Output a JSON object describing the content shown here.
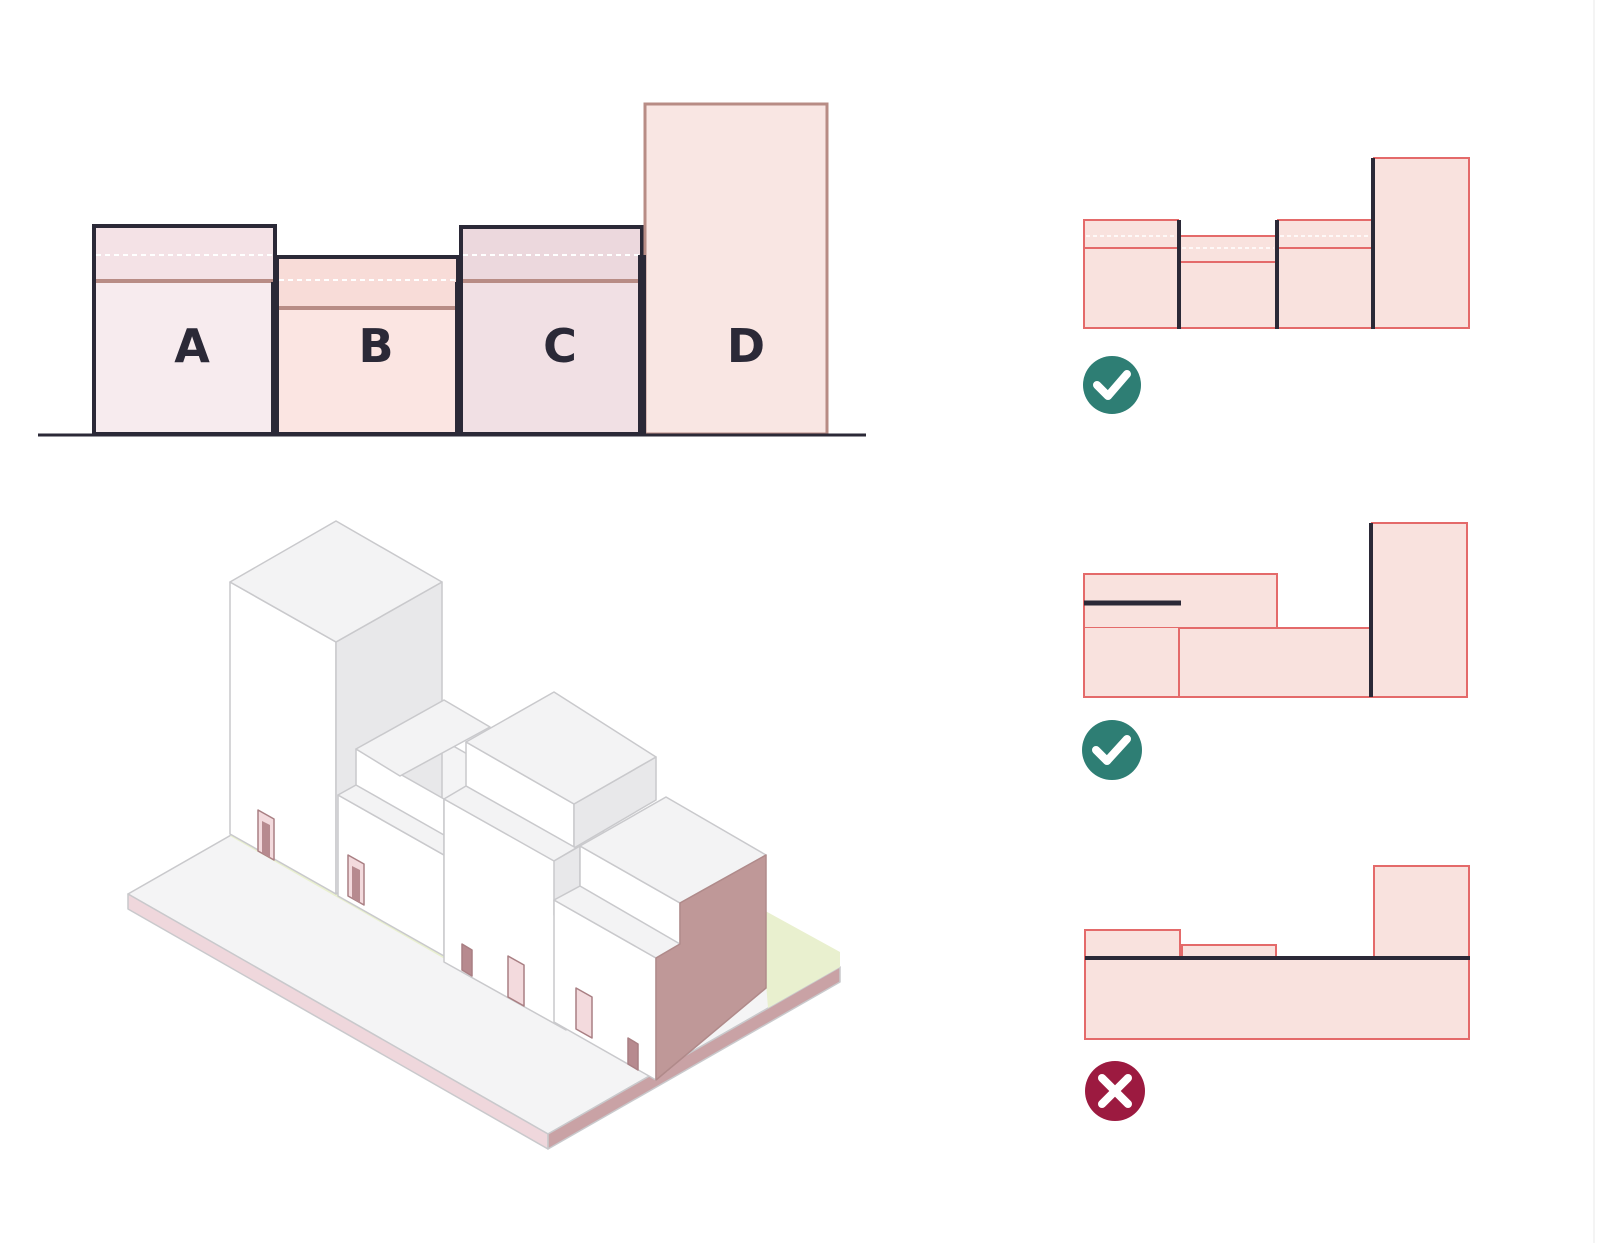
{
  "diagram": {
    "blocks": [
      {
        "label": "A"
      },
      {
        "label": "B"
      },
      {
        "label": "C"
      },
      {
        "label": "D"
      }
    ],
    "examples": [
      {
        "verdict": "acceptable",
        "icon": "check-icon"
      },
      {
        "verdict": "acceptable",
        "icon": "check-icon"
      },
      {
        "verdict": "not-acceptable",
        "icon": "cross-icon"
      }
    ],
    "colors": {
      "ink": "#2b2937",
      "pink_fill": "#f9e2de",
      "pink_stroke": "#e46a6a",
      "check_green": "#2e7e74",
      "cross_red": "#9c1a40",
      "party_wall": "#bf9898",
      "grass": "#e9f0cf"
    }
  }
}
